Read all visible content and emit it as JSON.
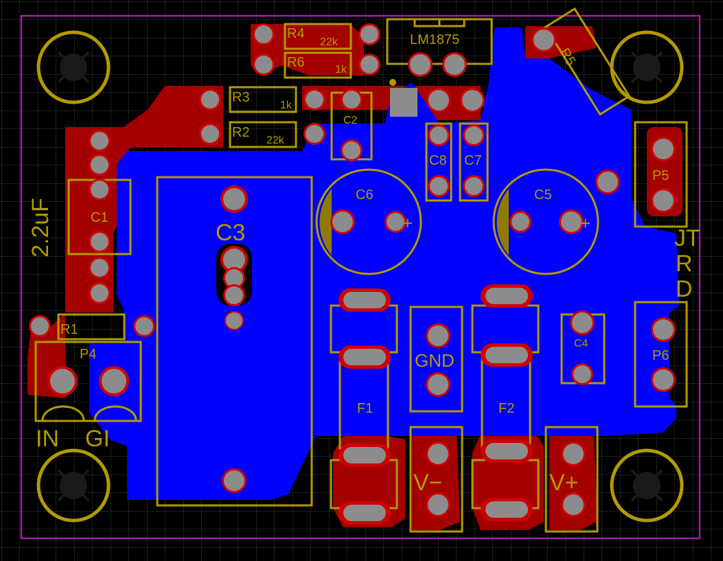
{
  "colors": {
    "background": "#000000",
    "grid": "#3a3a3a",
    "outline": "#a020a0",
    "top_copper": "#a40000",
    "bottom_copper": "#0000ff",
    "silkscreen": "#b39a00",
    "pad": "#8c8c8c",
    "pad_ring": "#d00000"
  },
  "components": {
    "R4": {
      "ref": "R4",
      "value": "22k"
    },
    "R6": {
      "ref": "R6",
      "value": "1k"
    },
    "R3": {
      "ref": "R3",
      "value": "1k"
    },
    "R2": {
      "ref": "R2",
      "value": "22k"
    },
    "R1": {
      "ref": "R1"
    },
    "R5": {
      "ref": "R5"
    },
    "U1": {
      "ref": "LM1875"
    },
    "C1": {
      "ref": "C1",
      "value": "2.2uF"
    },
    "C2": {
      "ref": "C2"
    },
    "C3": {
      "ref": "C3"
    },
    "C4": {
      "ref": "C4"
    },
    "C5": {
      "ref": "C5",
      "polarity": "+"
    },
    "C6": {
      "ref": "C6",
      "polarity": "+"
    },
    "C7": {
      "ref": "C7"
    },
    "C8": {
      "ref": "C8"
    },
    "F1": {
      "ref": "F1"
    },
    "F2": {
      "ref": "F2"
    },
    "P4": {
      "ref": "P4"
    },
    "P5": {
      "ref": "P5"
    },
    "P6": {
      "ref": "P6"
    },
    "GND": {
      "ref": "GND"
    },
    "VNEG": {
      "ref": "V−"
    },
    "VPOS": {
      "ref": "V+"
    }
  },
  "labels": {
    "in": "IN",
    "gnd_partial": "GI",
    "out_partial_1": "JT",
    "out_partial_2": "R",
    "out_partial_3": "D"
  }
}
